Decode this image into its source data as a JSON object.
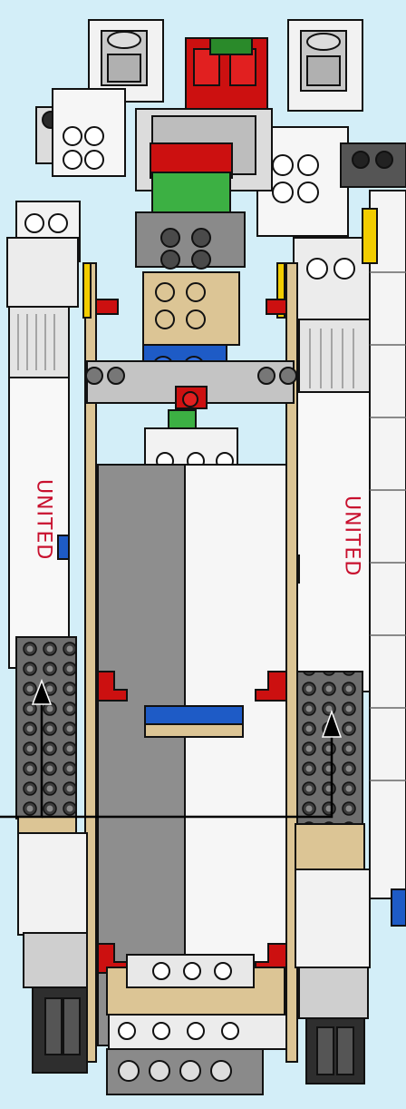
{
  "diagram": {
    "background": "#d3eef8",
    "colors": {
      "white": "#ffffff",
      "light_gray": "#dcdcdc",
      "mid_gray": "#a9a9a9",
      "dark_gray": "#555555",
      "black": "#1a1a1a",
      "tan": "#dcc595",
      "red": "#cc1010",
      "blue": "#1e5bc6",
      "green": "#3cb043",
      "yellow": "#f2cd00",
      "decal_text": "#c8102e"
    },
    "decals": {
      "left": "UNITED",
      "right": "UNITED"
    },
    "callout": {
      "arrow_count": 2,
      "style": "black leader line with two upward arrowheads"
    }
  }
}
